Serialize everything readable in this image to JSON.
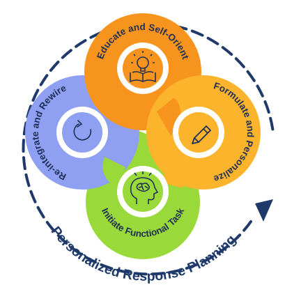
{
  "diagram": {
    "title": "Personalized Response Planning",
    "steps": [
      {
        "label": "Educate and Self-Orient",
        "icon": "book-lightbulb-icon",
        "color": "#f7941d"
      },
      {
        "label": "Formulate and Personalize",
        "icon": "pencil-icon",
        "color": "#fbb42c"
      },
      {
        "label": "Initiate Functional Task",
        "icon": "brain-head-icon",
        "color": "#9ad93a"
      },
      {
        "label": "Re-integrate and Rewire",
        "icon": "cycle-arrows-icon",
        "color": "#8fa0f2"
      }
    ],
    "ring_color": "#1f3a6a"
  }
}
